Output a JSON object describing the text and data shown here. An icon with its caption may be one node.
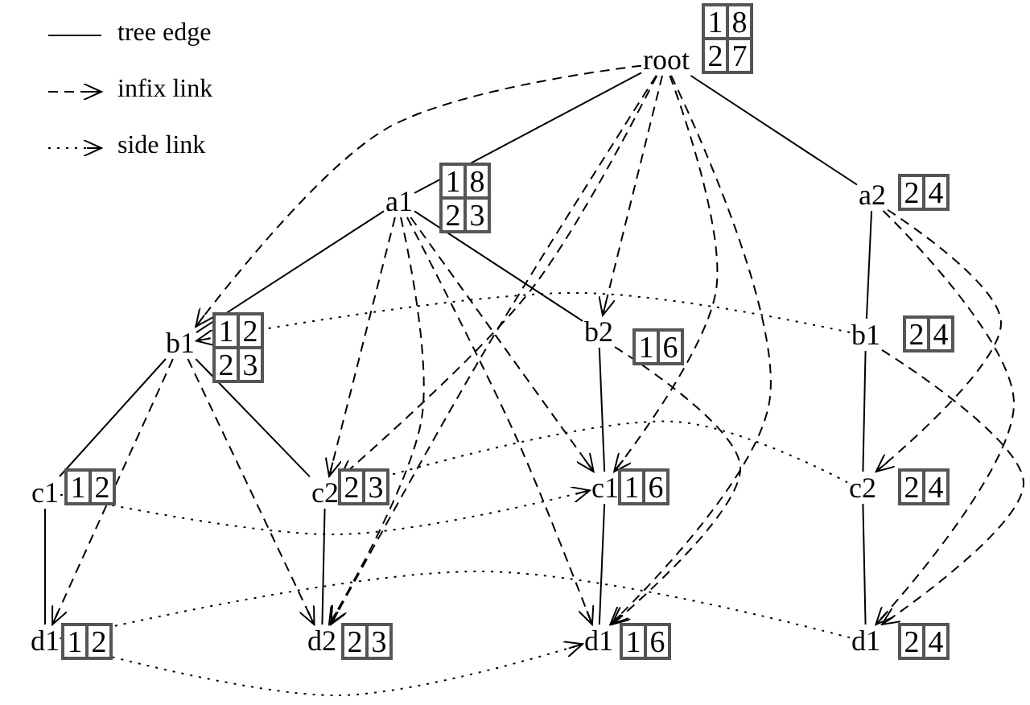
{
  "diagram": {
    "nodes": [
      {
        "text": [
          "root"
        ],
        "beside": [
          "1",
          "8",
          "2",
          "7"
        ]
      },
      {
        "text": [
          "a1"
        ],
        "beside": [
          "1",
          "8",
          "2",
          "3"
        ]
      },
      {
        "text": [
          "a2"
        ],
        "beside": [
          "2",
          "4"
        ]
      },
      {
        "text": [
          "b1"
        ],
        "beside": [
          "1",
          "2",
          "2",
          "3"
        ]
      },
      {
        "text": [
          "b2"
        ],
        "beside": [
          "1",
          "6"
        ]
      },
      {
        "text": [
          "b1"
        ],
        "beside": [
          "2",
          "4"
        ]
      },
      {
        "text": [
          "c1"
        ],
        "beside": [
          "1",
          "2"
        ]
      },
      {
        "text": [
          "c2"
        ],
        "beside": [
          "2",
          "3"
        ]
      },
      {
        "text": [
          "c1"
        ],
        "beside": [
          "1",
          "6"
        ]
      },
      {
        "text": [
          "c2"
        ],
        "beside": [
          "2",
          "4"
        ]
      },
      {
        "text": [
          "d1"
        ],
        "beside": [
          "1",
          "2"
        ]
      },
      {
        "text": [
          "d2"
        ],
        "beside": [
          "2",
          "3"
        ]
      },
      {
        "text": [
          "d1"
        ],
        "beside": [
          "1",
          "6"
        ]
      },
      {
        "text": [
          "d1"
        ],
        "beside": [
          "2",
          "4"
        ]
      }
    ],
    "edges": [
      {
        "from": 0,
        "to": 1,
        "arrow": "none"
      },
      {
        "from": 0,
        "to": 2,
        "arrow": "none"
      },
      {
        "from": 1,
        "to": 3,
        "arrow": "none"
      },
      {
        "from": 1,
        "to": 4,
        "arrow": "none"
      },
      {
        "from": 2,
        "to": 5,
        "arrow": "none"
      },
      {
        "from": 3,
        "to": 6,
        "arrow": "none"
      },
      {
        "from": 3,
        "to": 7,
        "arrow": "none"
      },
      {
        "from": 4,
        "to": 8,
        "arrow": "none"
      },
      {
        "from": 5,
        "to": 9,
        "arrow": "none"
      },
      {
        "from": 6,
        "to": 10,
        "arrow": "none"
      },
      {
        "from": 7,
        "to": 11,
        "arrow": "none"
      },
      {
        "from": 8,
        "to": 12,
        "arrow": "none"
      },
      {
        "from": 9,
        "to": 13,
        "arrow": "none"
      },
      {
        "from": 0,
        "to": 3,
        "arrow": "to",
        "style": "dashed"
      },
      {
        "from": 0,
        "to": 4,
        "arrow": "to",
        "style": "dashed"
      },
      {
        "from": 0,
        "to": 7,
        "arrow": "to",
        "style": "dashed"
      },
      {
        "from": 0,
        "to": 11,
        "arrow": "to",
        "style": "dashed"
      },
      {
        "from": 0,
        "to": 8,
        "arrow": "to",
        "style": "dashed"
      },
      {
        "from": 0,
        "to": 12,
        "arrow": "to",
        "style": "dashed"
      },
      {
        "from": 1,
        "to": 7,
        "arrow": "to",
        "style": "dashed"
      },
      {
        "from": 1,
        "to": 8,
        "arrow": "to",
        "style": "dashed"
      },
      {
        "from": 1,
        "to": 11,
        "arrow": "to",
        "style": "dashed"
      },
      {
        "from": 1,
        "to": 12,
        "arrow": "to",
        "style": "dashed"
      },
      {
        "from": 3,
        "to": 10,
        "arrow": "to",
        "style": "dashed"
      },
      {
        "from": 3,
        "to": 11,
        "arrow": "to",
        "style": "dashed"
      },
      {
        "from": 4,
        "to": 12,
        "arrow": "to",
        "style": "dashed"
      },
      {
        "from": 2,
        "to": 9,
        "arrow": "to",
        "style": "dashed"
      },
      {
        "from": 2,
        "to": 13,
        "arrow": "to",
        "style": "dashed"
      },
      {
        "from": 5,
        "to": 13,
        "arrow": "to",
        "style": "dashed"
      },
      {
        "from": 5,
        "to": 3,
        "arrow": "to",
        "style": "dashed"
      },
      {
        "from": 9,
        "to": 7,
        "arrow": "to",
        "style": "dashed"
      },
      {
        "from": 6,
        "to": 8,
        "arrow": "to",
        "style": "dashed"
      },
      {
        "from": 13,
        "to": 10,
        "arrow": "to",
        "style": "dashed"
      },
      {
        "from": 10,
        "to": 12,
        "arrow": "to",
        "style": "dashed"
      }
    ],
    "legend": [
      {
        "text": "tree edge"
      },
      {
        "text": "infix link"
      },
      {
        "text": "side link"
      }
    ]
  }
}
